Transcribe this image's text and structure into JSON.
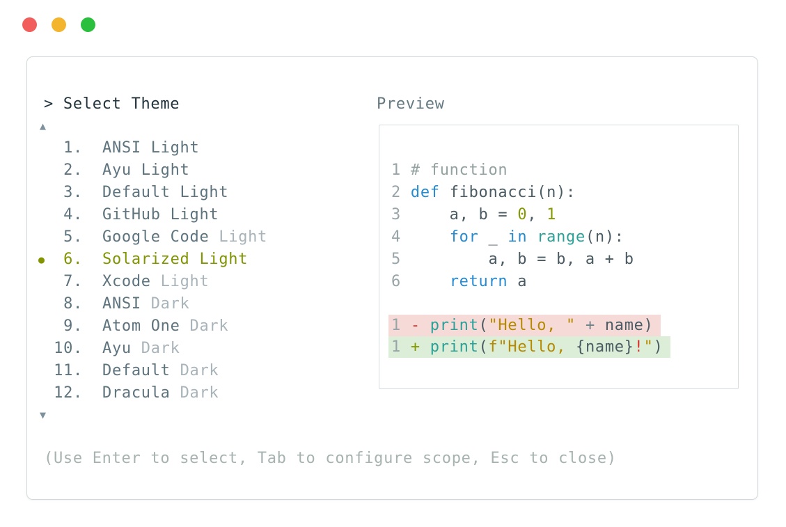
{
  "chrome": {
    "traffic_lights": [
      {
        "name": "close",
        "color": "#f15e5b"
      },
      {
        "name": "minimize",
        "color": "#f3b42e"
      },
      {
        "name": "zoom",
        "color": "#2ac03d"
      }
    ]
  },
  "palette": {
    "prompt": "> Select Theme",
    "scroll_up_icon": "▲",
    "scroll_down_icon": "▼",
    "selected_bullet_icon": "●",
    "help": "(Use Enter to select, Tab to configure scope, Esc to close)",
    "items": [
      {
        "num": "1.",
        "name": "ANSI Light",
        "dim": "",
        "selected": false
      },
      {
        "num": "2.",
        "name": "Ayu Light",
        "dim": "",
        "selected": false
      },
      {
        "num": "3.",
        "name": "Default Light",
        "dim": "",
        "selected": false
      },
      {
        "num": "4.",
        "name": "GitHub Light",
        "dim": "",
        "selected": false
      },
      {
        "num": "5.",
        "name": "Google Code",
        "dim": "Light",
        "selected": false
      },
      {
        "num": "6.",
        "name": "Solarized Light",
        "dim": "",
        "selected": true
      },
      {
        "num": "7.",
        "name": "Xcode",
        "dim": "Light",
        "selected": false
      },
      {
        "num": "8.",
        "name": "ANSI",
        "dim": "Dark",
        "selected": false
      },
      {
        "num": "9.",
        "name": "Atom One",
        "dim": "Dark",
        "selected": false
      },
      {
        "num": "10.",
        "name": "Ayu",
        "dim": "Dark",
        "selected": false
      },
      {
        "num": "11.",
        "name": "Default",
        "dim": "Dark",
        "selected": false
      },
      {
        "num": "12.",
        "name": "Dracula",
        "dim": "Dark",
        "selected": false
      }
    ]
  },
  "preview": {
    "label": "Preview",
    "code_lines": [
      {
        "num": "1",
        "tokens": [
          [
            "comment",
            "# function"
          ]
        ]
      },
      {
        "num": "2",
        "tokens": [
          [
            "kw",
            "def"
          ],
          [
            "plain",
            " fibonacci(n):"
          ]
        ]
      },
      {
        "num": "3",
        "tokens": [
          [
            "plain",
            "    a, b = "
          ],
          [
            "num",
            "0"
          ],
          [
            "plain",
            ", "
          ],
          [
            "num",
            "1"
          ]
        ]
      },
      {
        "num": "4",
        "tokens": [
          [
            "plain",
            "    "
          ],
          [
            "kw",
            "for"
          ],
          [
            "plain",
            " _ "
          ],
          [
            "kw",
            "in"
          ],
          [
            "plain",
            " "
          ],
          [
            "fn",
            "range"
          ],
          [
            "plain",
            "(n):"
          ]
        ]
      },
      {
        "num": "5",
        "tokens": [
          [
            "plain",
            "        a, b = b, a + b"
          ]
        ]
      },
      {
        "num": "6",
        "tokens": [
          [
            "plain",
            "    "
          ],
          [
            "kw",
            "return"
          ],
          [
            "plain",
            " a"
          ]
        ]
      }
    ],
    "diff_lines": [
      {
        "num": "1",
        "type": "removed",
        "tokens": [
          [
            "red",
            "- "
          ],
          [
            "fn",
            "print"
          ],
          [
            "plain",
            "("
          ],
          [
            "str",
            "\"Hello, \""
          ],
          [
            "plain",
            " "
          ],
          [
            "op",
            "+"
          ],
          [
            "plain",
            " name)"
          ]
        ]
      },
      {
        "num": "1",
        "type": "added",
        "tokens": [
          [
            "green",
            "+ "
          ],
          [
            "fn",
            "print"
          ],
          [
            "plain",
            "("
          ],
          [
            "str",
            "f\"Hello, "
          ],
          [
            "plain",
            "{name}"
          ],
          [
            "red",
            "!"
          ],
          [
            "str",
            "\""
          ],
          [
            "plain",
            ")"
          ]
        ]
      }
    ]
  },
  "colors": {
    "fg-strong": "#22333c",
    "item": "#5d737e",
    "dim": "#a8b4ba",
    "selected": "#829400",
    "arrow": "#7d929c",
    "help": "#a6b3b0",
    "plabel": "#64787f",
    "lnum": "#98a4a8",
    "plain": "#4a5b64",
    "comment": "#93a1a1",
    "kw": "#268bd2",
    "fn": "#2aa198",
    "num": "#859900",
    "str": "#b58900",
    "red": "#dc322f",
    "green": "#859900",
    "op": "#6e8189",
    "diff-red-bg": "#f6dad7",
    "diff-green-bg": "#dceed7",
    "win-border": "#d3d9db",
    "box-border": "#d6dbdd"
  }
}
